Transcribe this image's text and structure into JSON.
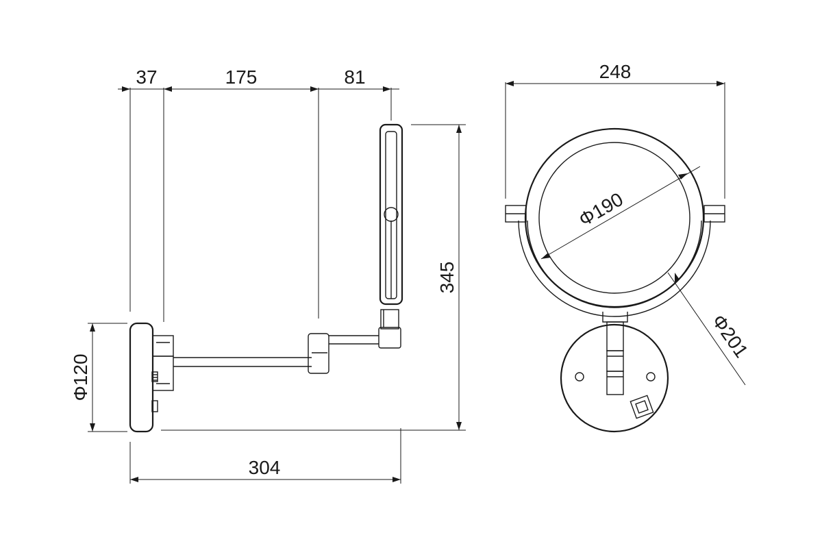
{
  "dimensions": {
    "side_top_left": "37",
    "side_top_middle": "175",
    "side_top_right": "81",
    "side_height": "345",
    "side_base_diameter": "Φ120",
    "side_total_width": "304",
    "front_width": "248",
    "front_mirror_diameter": "Φ190",
    "front_frame_diameter": "Φ201"
  },
  "colors": {
    "line": "#1a1a1a",
    "background": "#ffffff"
  }
}
